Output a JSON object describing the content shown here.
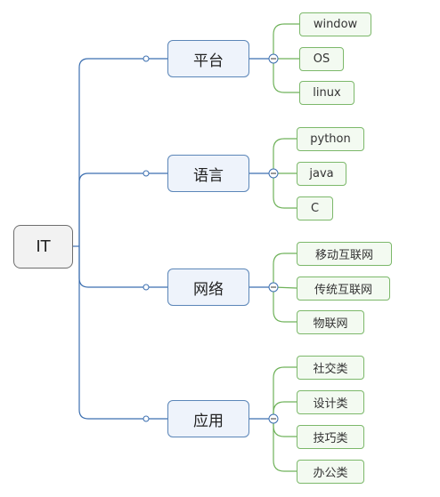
{
  "root": {
    "label": "IT"
  },
  "branches": [
    {
      "label": "平台",
      "children": [
        "window",
        "OS",
        "linux"
      ]
    },
    {
      "label": "语言",
      "children": [
        "python",
        "java",
        "C"
      ]
    },
    {
      "label": "网络",
      "children": [
        "移动互联网",
        "传统互联网",
        "物联网"
      ]
    },
    {
      "label": "应用",
      "children": [
        "社交类",
        "设计类",
        "技巧类",
        "办公类"
      ]
    }
  ],
  "colors": {
    "branch_line": "#3c6fb0",
    "leaf_line": "#6fb25a",
    "root_border": "#6e6e6e",
    "branch_border": "#5b86b8",
    "leaf_border": "#7cb86a"
  }
}
